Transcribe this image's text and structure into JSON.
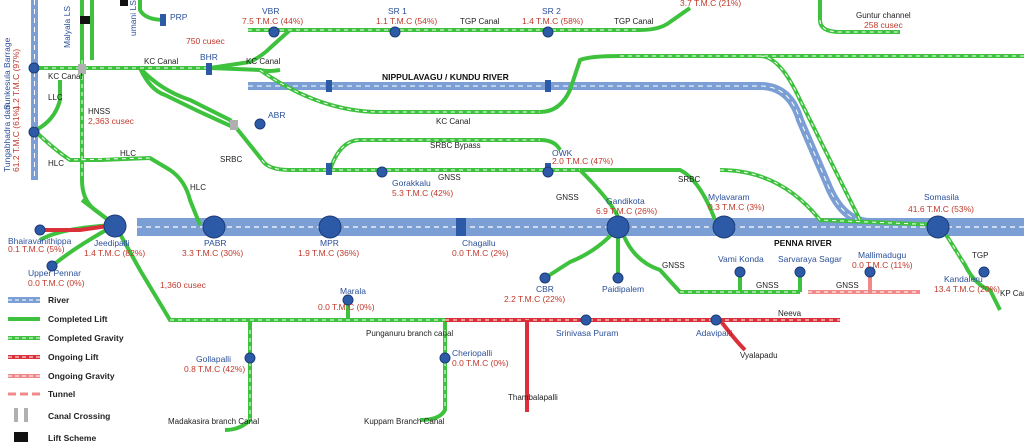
{
  "colors": {
    "river": "#7b9fd4",
    "completed": "#3ec23e",
    "ongoing": "#d9303a",
    "ongoing_gravity": "#f08a8a",
    "node": "#2d5aa6",
    "name_text": "#2a4f9a",
    "stat_text": "#c0392b"
  },
  "rivers": {
    "nippulavagu": "NIPPULAVAGU / KUNDU RIVER",
    "penna": "PENNA RIVER"
  },
  "canals": {
    "kc_canal_1": "KC Canal",
    "kc_canal_2": "KC Canal",
    "kc_canal_3": "KC Canal",
    "kc_canal_4": "KC Canal",
    "tgp_canal_1": "TGP Canal",
    "tgp_canal_2": "TGP Canal",
    "tgp_short": "TGP",
    "llc": "LLC",
    "hlc_1": "HLC",
    "hlc_2": "HLC",
    "hlc_3": "HLC",
    "hnss": "HNSS",
    "hnss_flow": "2,363 cusec",
    "srbc_1": "SRBC",
    "srbc_2": "SRBC",
    "srbc_bypass": "SRBC Bypass",
    "gnss_1": "GNSS",
    "gnss_2": "GNSS",
    "gnss_3": "GNSS",
    "gnss_4": "GNSS",
    "gnss_5": "GNSS",
    "flow_1360": "1,360 cusec",
    "flow_750": "750 cusec",
    "punganuru": "Punganuru branch canal",
    "madakasira": "Madakasira branch Canal",
    "kuppam": "Kuppam Branch Canal",
    "thambalapalli": "Thambalapalli",
    "neeva": "Neeva",
    "vyalapadu": "Vyalapadu",
    "guntur": "Guntur channel",
    "guntur_flow": "258 cusec",
    "top_stat": "3.7 T.M.C (21%)",
    "kp_can": "KP Can"
  },
  "top_labels": {
    "malyala": "Malyala LS",
    "rama": "umani LS",
    "sunkesula_1": "Sunkesula Barrage",
    "sunkesula_2": "1.2 T.M.C (97%)",
    "tungabhadra_1": "Tungabhadra dam",
    "tungabhadra_2": "61.2 T.M.C (61%)"
  },
  "reservoirs": [
    {
      "key": "prp",
      "name": "PRP",
      "stat": ""
    },
    {
      "key": "vbr",
      "name": "VBR",
      "stat": "7.5 T.M.C (44%)"
    },
    {
      "key": "sr1",
      "name": "SR 1",
      "stat": "1.1 T.M.C (54%)"
    },
    {
      "key": "sr2",
      "name": "SR 2",
      "stat": "1.4 T.M.C (58%)"
    },
    {
      "key": "bhr",
      "name": "BHR",
      "stat": ""
    },
    {
      "key": "abr",
      "name": "ABR",
      "stat": ""
    },
    {
      "key": "owk",
      "name": "OWK",
      "stat": "2.0 T.M.C (47%)"
    },
    {
      "key": "gorakkalu",
      "name": "Gorakkalu",
      "stat": "5.3 T.M.C (42%)"
    },
    {
      "key": "gandikota",
      "name": "Gandikota",
      "stat": "6.9 T.M.C (26%)"
    },
    {
      "key": "mylavaram",
      "name": "Mylavaram",
      "stat": "0.3 T.M.C (3%)"
    },
    {
      "key": "somasila",
      "name": "Somasila",
      "stat": "41.6 T.M.C (53%)"
    },
    {
      "key": "bhairavanithippa",
      "name": "Bhairavanithippa",
      "stat": "0.1 T.M.C (5%)"
    },
    {
      "key": "jeedipalli",
      "name": "Jeedipalli",
      "stat": "1.4 T.M.C (82%)"
    },
    {
      "key": "upper_pennar",
      "name": "Upper Pennar",
      "stat": "0.0 T.M.C (0%)"
    },
    {
      "key": "pabr",
      "name": "PABR",
      "stat": "3.3 T.M.C (30%)"
    },
    {
      "key": "mpr",
      "name": "MPR",
      "stat": "1.9 T.M.C (36%)"
    },
    {
      "key": "chagallu",
      "name": "Chagallu",
      "stat": "0.0 T.M.C (2%)"
    },
    {
      "key": "cbr",
      "name": "CBR",
      "stat": "2.2 T.M.C (22%)"
    },
    {
      "key": "paidipalem",
      "name": "Paidipalem",
      "stat": ""
    },
    {
      "key": "vami",
      "name": "Vami Konda",
      "stat": ""
    },
    {
      "key": "sarvaraya",
      "name": "Sarvaraya Sagar",
      "stat": ""
    },
    {
      "key": "mallimadugu",
      "name": "Mallimadugu",
      "stat": "0.0 T.M.C (11%)"
    },
    {
      "key": "kandaleru",
      "name": "Kandaleru",
      "stat": "13.4 T.M.C (20%)"
    },
    {
      "key": "marala",
      "name": "Marala",
      "stat": "0.0 T.M.C (0%)"
    },
    {
      "key": "srinivasa",
      "name": "Srinivasa Puram",
      "stat": ""
    },
    {
      "key": "adavipalli",
      "name": "Adavipalli",
      "stat": ""
    },
    {
      "key": "gollapalli",
      "name": "Gollapalli",
      "stat": "0.8 T.M.C (42%)"
    },
    {
      "key": "cheriopalli",
      "name": "Cheriopalli",
      "stat": "0.0 T.M.C (0%)"
    }
  ],
  "legend": [
    {
      "key": "river",
      "label": "River"
    },
    {
      "key": "completed_lift",
      "label": "Completed Lift"
    },
    {
      "key": "completed_gravity",
      "label": "Completed Gravity"
    },
    {
      "key": "ongoing_lift",
      "label": "Ongoing Lift"
    },
    {
      "key": "ongoing_gravity",
      "label": "Ongoing Gravity"
    },
    {
      "key": "tunnel",
      "label": "Tunnel"
    },
    {
      "key": "canal_crossing",
      "label": "Canal Crossing"
    },
    {
      "key": "lift_scheme",
      "label": "Lift Scheme"
    }
  ]
}
